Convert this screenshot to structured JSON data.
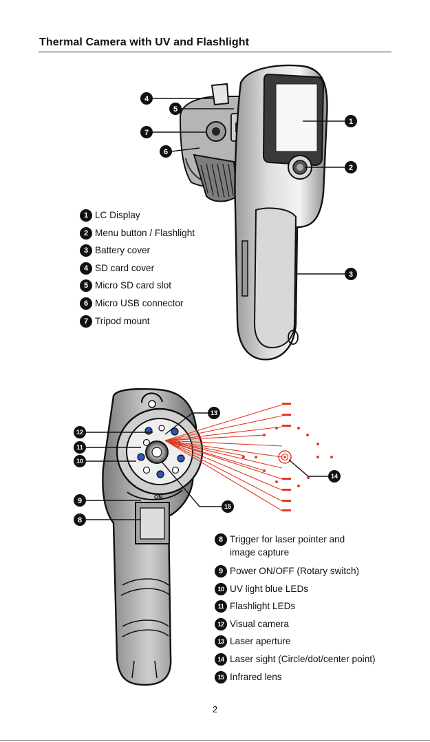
{
  "page": {
    "title": "Thermal Camera with UV and Flashlight",
    "page_number": "2"
  },
  "top_legend": [
    {
      "num": "1",
      "label": "LC Display"
    },
    {
      "num": "2",
      "label": "Menu button / Flashlight"
    },
    {
      "num": "3",
      "label": "Battery cover"
    },
    {
      "num": "4",
      "label": "SD card cover"
    },
    {
      "num": "5",
      "label": "Micro SD card slot"
    },
    {
      "num": "6",
      "label": "Micro USB connector"
    },
    {
      "num": "7",
      "label": "Tripod mount"
    }
  ],
  "bottom_legend": [
    {
      "num": "8",
      "label": "Trigger for laser pointer and",
      "label2": "image capture"
    },
    {
      "num": "9",
      "label": "Power ON/OFF (Rotary switch)"
    },
    {
      "num": "10",
      "label": "UV light blue LEDs"
    },
    {
      "num": "11",
      "label": "Flashlight LEDs"
    },
    {
      "num": "12",
      "label": "Visual camera"
    },
    {
      "num": "13",
      "label": "Laser aperture"
    },
    {
      "num": "14",
      "label": "Laser sight (Circle/dot/center point)"
    },
    {
      "num": "15",
      "label": "Infrared lens"
    }
  ],
  "device_text": {
    "on_label": "ON"
  },
  "callouts": {
    "c1": "1",
    "c2": "2",
    "c3": "3",
    "c4": "4",
    "c5": "5",
    "c6": "6",
    "c7": "7",
    "c8": "8",
    "c9": "9",
    "c10": "10",
    "c11": "11",
    "c12": "12",
    "c13": "13",
    "c14": "14",
    "c15": "15"
  },
  "colors": {
    "laser": "#e23a22",
    "uv_led": "#2a55b8",
    "ink": "#111111"
  }
}
